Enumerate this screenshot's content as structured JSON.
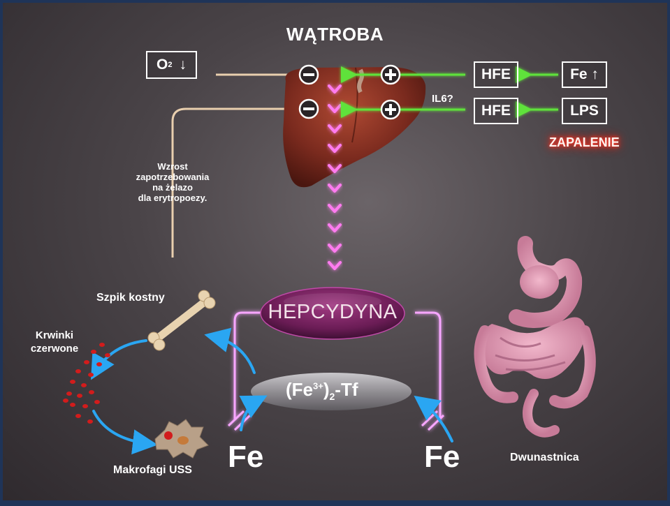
{
  "title": "WĄTROBA",
  "boxes": {
    "o2": {
      "base": "O",
      "sub": "2",
      "arrow": "↓"
    },
    "hfe_top": "HFE",
    "fe_up": "Fe ↑",
    "hfe_bottom": "HFE",
    "lps": "LPS"
  },
  "labels": {
    "il6": "IL6?",
    "zapalenie": "ZAPALENIE",
    "erythro_line1": "Wzrost zapotrzebowania",
    "erythro_line2": "na żelazo",
    "erythro_line3": "dla erytropoezy.",
    "hepcydyna": "HEPCYDYNA",
    "tf": {
      "open": "(Fe",
      "charge": "3+",
      "close": ")",
      "sub": "2",
      "suffix": "-Tf"
    },
    "szpik": "Szpik kostny",
    "krwinki_line1": "Krwinki",
    "krwinki_line2": "czerwone",
    "makrofagi": "Makrofagi USS",
    "dwunastnica": "Dwunastnica",
    "fe_left": "Fe",
    "fe_right": "Fe"
  },
  "colors": {
    "activation_arrow": "#5fe23a",
    "hepcidin_glow": "#ff7cf0",
    "flow_arrow": "#2aa6f2",
    "inflammation_glow": "#ff2a1a"
  }
}
